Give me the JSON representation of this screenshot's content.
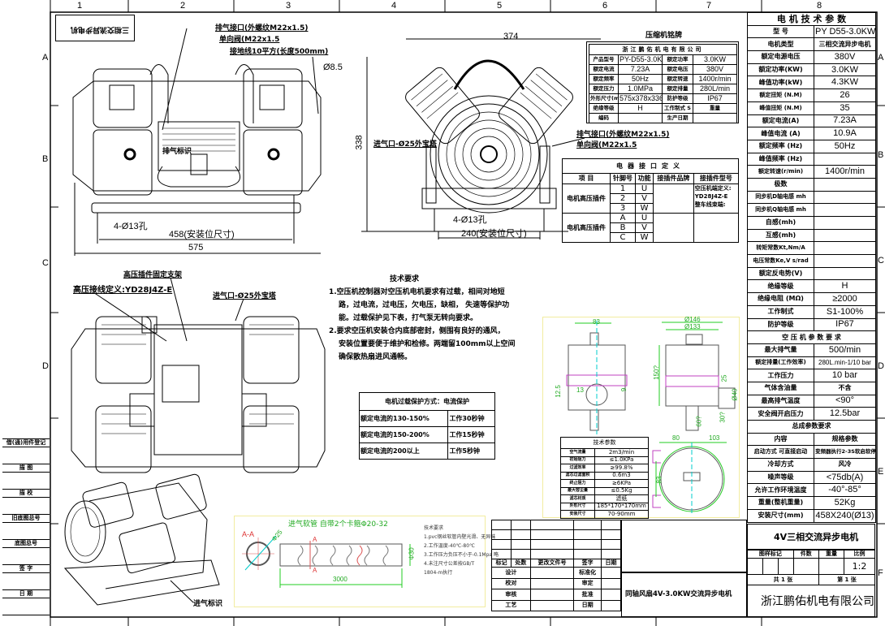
{
  "ruler": {
    "cols": [
      "1",
      "2",
      "3",
      "4",
      "5",
      "6",
      "7",
      "8"
    ],
    "rows": [
      "A",
      "B",
      "C",
      "D",
      "E",
      "F"
    ]
  },
  "top_left_title": "三相交流异步电机",
  "top_view": {
    "exhaust_port": "排气接口(外螺纹M22x1.5)",
    "check_valve": "单向阀(M22x1.5",
    "ground_wire": "接地线10平方(长度500mm)",
    "hole_dia": "Ø8.5",
    "exhaust_mark": "排气标识",
    "holes": "4-Ø13孔",
    "mount_dim": "458(安装位尺寸)",
    "overall": "575"
  },
  "front_view": {
    "width": "374",
    "height": "338",
    "inlet": "进气口-Ø25外宝塔",
    "holes": "4-Ø13孔",
    "mount_dim": "240(安装位尺寸)",
    "exhaust_port": "排气接口(外螺纹M22x1.5)",
    "check_valve": "单向阀(M22x1.5"
  },
  "nameplate": {
    "title": "压缩机铭牌",
    "company": "浙江鹏佑机电有限公司",
    "rows": [
      [
        "产品型号",
        "PY-D55-3.0KW",
        "额定功率",
        "3.0KW"
      ],
      [
        "额定电流",
        "7.23A",
        "额定电压",
        "380V"
      ],
      [
        "额定频率",
        "50Hz",
        "额定转速",
        "1400r/min"
      ],
      [
        "额定压力",
        "1.0MPa",
        "额定排量",
        "280L/min"
      ],
      [
        "外形尺寸(mm)",
        "575x378x336",
        "防护等级",
        "IP67"
      ],
      [
        "绝缘等级",
        "H",
        "工作制式",
        "S",
        "重量",
        ""
      ],
      [
        "编码",
        "",
        "生产日期",
        ""
      ]
    ]
  },
  "connector": {
    "title": "电器接口定义",
    "headers": [
      "项 目",
      "针脚号",
      "功能",
      "接插件品牌",
      "接插件型号"
    ],
    "group1": "电机高压插件",
    "group2": "电机高压插件",
    "pins1": [
      [
        "1",
        "U"
      ],
      [
        "2",
        "V"
      ],
      [
        "3",
        "W"
      ]
    ],
    "pins2": [
      [
        "A",
        "U"
      ],
      [
        "B",
        "V"
      ],
      [
        "C",
        "W"
      ]
    ],
    "model_lines": [
      "空压机端定义:",
      "YD28J4Z-E",
      "整车线束端:"
    ]
  },
  "plan_view": {
    "bracket": "高压插件固定支架",
    "hv_def": "高压接线定义:YD28J4Z-E",
    "inlet": "进气口-Ø25外宝塔"
  },
  "tech_req": {
    "title": "技术要求",
    "lines": [
      "1.空压机控制器对空压机电机要求有过载，相间对地短",
      "路，过电流，过电压，欠电压，缺相，  失速等保护功",
      "能。过载保护见下表，打气泵无转向要求。",
      "2.要求空压机安装仓内底部密封，侧围有良好的通风，",
      "安装位置要便于维护和检修。两端留100mm以上空间",
      "确保散热扇进风通畅。"
    ]
  },
  "overload": {
    "title": "电机过载保护方式：电流保护",
    "rows": [
      [
        "额定电流的130-150%",
        "工作30秒钟"
      ],
      [
        "额定电流的150-200%",
        "工作15秒钟"
      ],
      [
        "额定电流的200以上",
        "工作5秒钟"
      ]
    ]
  },
  "filter": {
    "dims": [
      "83",
      "Ø146",
      "Ø133",
      "150?",
      "25",
      "12.5",
      "13",
      "9",
      "30?",
      "60?",
      "80",
      "103",
      "83",
      "Ø40"
    ],
    "table_title": "技术参数",
    "rows": [
      [
        "空气流量",
        "2m3/min"
      ],
      [
        "初始阻力",
        "≤1.0KPa"
      ],
      [
        "过滤效率",
        "≥99.8%"
      ],
      [
        "滤芯过滤面积",
        "0.6m3"
      ],
      [
        "终止阻力",
        "≥6KPa"
      ],
      [
        "最大容尘量",
        "≤0.5Kg"
      ],
      [
        "滤芯材质",
        "滤纸"
      ],
      [
        "外形尺寸",
        "185*170*170mm"
      ],
      [
        "安装尺寸",
        "70-90mm"
      ]
    ]
  },
  "hose": {
    "title": "进气软管 自带2个卡箍Φ20-32",
    "section": "A-A",
    "cut": "A",
    "dia": "Φ25",
    "length": "3000",
    "od": "Φ30",
    "notes_title": "技术要求",
    "notes": [
      "1.pvc钢丝软管内壁光滑、无异味",
      "2.工作温度-40℃-80℃",
      "3.工作压力负压不小于-0.1Mpa 略",
      "4.未注尺寸公差按GB/T",
      "1804-m执行"
    ]
  },
  "iso_view": {
    "inlet_mark": "进气标识"
  },
  "left_strip": [
    "借(通)用件登记",
    "描 图",
    "描 校",
    "旧底图总号",
    "底图总号",
    "签 字",
    "日 期"
  ],
  "params": {
    "title": "电 机 技 术 参 数",
    "rows": [
      [
        "型 号",
        "PY D55-3.0KW"
      ],
      [
        "电机类型",
        "三相交流异步电机"
      ],
      [
        "额定电源电压",
        "380V"
      ],
      [
        "额定功率(KW)",
        "3.0KW"
      ],
      [
        "峰值功率(kW)",
        "4.3KW"
      ],
      [
        "额定扭矩 (N.M)",
        "26"
      ],
      [
        "峰值扭矩 (N.M)",
        "35"
      ],
      [
        "额定电流(A)",
        "7.23A"
      ],
      [
        "峰值电流 (A)",
        "10.9A"
      ],
      [
        "额定频率 (Hz)",
        "50Hz"
      ],
      [
        "峰值频率 (Hz)",
        ""
      ],
      [
        "额定转速(r/min)",
        "1400r/min"
      ],
      [
        "极数",
        ""
      ],
      [
        "同步机D轴电感 mh",
        ""
      ],
      [
        "同步机Q轴电感 mh",
        ""
      ],
      [
        "自感(mh)",
        ""
      ],
      [
        "互感(mh)",
        ""
      ],
      [
        "转矩常数Kt,Nm/A",
        ""
      ],
      [
        "电压常数Ke,V s/rad",
        ""
      ],
      [
        "额定反电势(V)",
        ""
      ],
      [
        "绝缘等级",
        "H"
      ],
      [
        "绝缘电阻 (MΩ)",
        "≥2000"
      ],
      [
        "工作制式",
        "S1-100%"
      ],
      [
        "防护等级",
        "IP67"
      ]
    ],
    "section2": "空 压 机 参 数 要 求",
    "rows2": [
      [
        "最大排气量",
        "500/min"
      ],
      [
        "额定排量(工作效率)",
        "280L.min-1/10 bar"
      ],
      [
        "工作压力",
        "10 bar"
      ],
      [
        "气体含油量",
        "不含"
      ],
      [
        "最高排气温度",
        "<90°"
      ],
      [
        "安全阀开启压力",
        "12.5bar"
      ]
    ],
    "section3": "总成参数要求",
    "rows3": [
      [
        "内容",
        "规格参数"
      ],
      [
        "启动方式 可直接启动",
        "变频器执行2-3S软启软停"
      ],
      [
        "冷却方式",
        "风冷"
      ],
      [
        "噪声等级",
        "<75db(A)"
      ],
      [
        "允许工作环境温度",
        "-40°-85°"
      ],
      [
        "重量(整机重量)",
        "52Kg"
      ],
      [
        "安装尺寸(mm)",
        "458X240(Ø13)"
      ]
    ]
  },
  "title_block": {
    "drawing_name": "4V三相交流异步电机",
    "meta_headers": [
      "图样标记",
      "件数",
      "重量",
      "比例"
    ],
    "scale": "1:2",
    "sheets": "共 1 张",
    "sheet_no": "第 1 张",
    "company": "浙江鹏佑机电有限公司",
    "product": "同轴风扇4V-3.0KW交流异步电机",
    "rev_headers": [
      "标记",
      "处数",
      "更改文件号",
      "签字",
      "日期"
    ],
    "sign_left": [
      "设计",
      "校对",
      "审核",
      "工艺"
    ],
    "sign_right": [
      "标准化",
      "审定",
      "批准",
      "日期"
    ]
  }
}
